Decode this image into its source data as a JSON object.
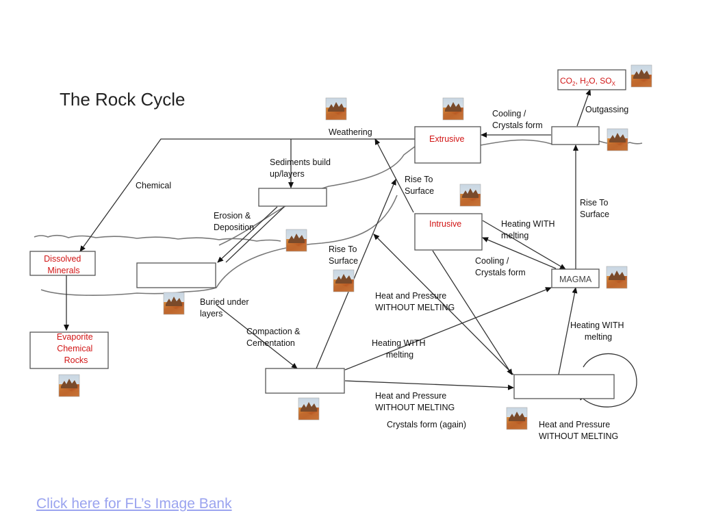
{
  "title": "The Rock Cycle",
  "boxes": {
    "extrusive": "Extrusive",
    "intrusive": "Intrusive",
    "magma": "MAGMA",
    "dissolved_1": "Dissolved",
    "dissolved_2": "Minerals",
    "evaporite_1": "Evaporite",
    "evaporite_2": "Chemical",
    "evaporite_3": "Rocks",
    "gases": {
      "co": "CO",
      "two_a": "2",
      "h": ", H",
      "two_b": "2",
      "o": "O, SO",
      "x": "X"
    }
  },
  "labels": {
    "outgassing": "Outgassing",
    "cooling_top_1": "Cooling /",
    "cooling_top_2": "Crystals form",
    "weathering": "Weathering",
    "sediments_1": "Sediments build",
    "sediments_2": "up/layers",
    "chemical": "Chemical",
    "rise_surface_top_1": "Rise To",
    "rise_surface_top_2": "Surface",
    "rise_surface_right_1": "Rise To",
    "rise_surface_right_2": "Surface",
    "erosion_1": "Erosion &",
    "erosion_2": "Deposition",
    "heating_top_1": "Heating WITH",
    "heating_top_2": "melting",
    "rise_surface_mid_1": "Rise To",
    "rise_surface_mid_2": "Surface",
    "cooling_mid_1": "Cooling /",
    "cooling_mid_2": "Crystals form",
    "buried_1": "Buried under",
    "buried_2": "layers",
    "heat_pressure_mid_1": "Heat and Pressure",
    "heat_pressure_mid_2": "WITHOUT MELTING",
    "heating_right_1": "Heating WITH",
    "heating_right_2": "melting",
    "compaction_1": "Compaction &",
    "compaction_2": "Cementation",
    "heating_mid_1": "Heating WITH",
    "heating_mid_2": "melting",
    "heat_pressure_low_1": "Heat and Pressure",
    "heat_pressure_low_2": "WITHOUT MELTING",
    "crystals_again": "Crystals form (again)",
    "heat_pressure_right_1": "Heat and Pressure",
    "heat_pressure_right_2": "WITHOUT MELTING"
  },
  "link": {
    "text": "Click here for FL’s Image Bank"
  },
  "colors": {
    "red_text": "#d11414",
    "link": "#9aa3ef",
    "lines": "#333333"
  },
  "icons": {
    "thumbnail": "rock-photo-thumbnail-icon"
  }
}
